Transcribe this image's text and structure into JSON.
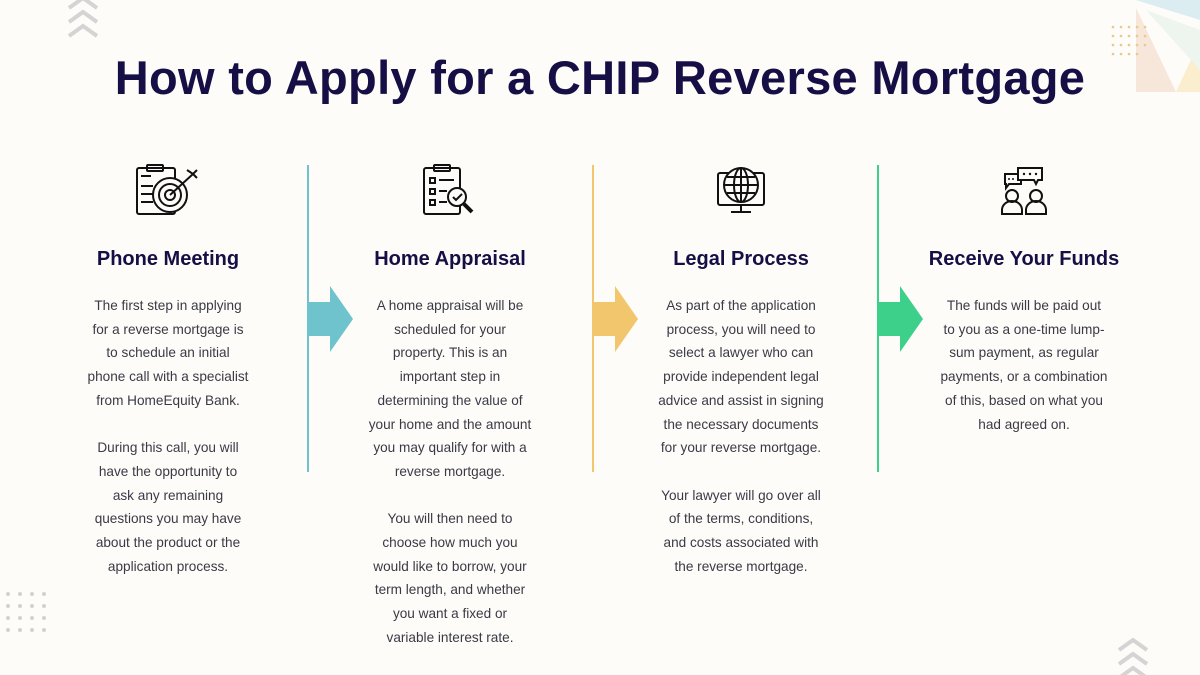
{
  "title": "How to Apply for a CHIP Reverse Mortgage",
  "colors": {
    "title": "#150f45",
    "step1": "#6ec3cc",
    "step2": "#f2c66d",
    "step3": "#3dd08a"
  },
  "steps": [
    {
      "icon": "clipboard-target-icon",
      "heading": "Phone Meeting",
      "paragraphs": [
        [
          "The first step in applying",
          "for a reverse mortgage is",
          "to schedule an initial",
          "phone call with a specialist",
          "from HomeEquity Bank."
        ],
        [
          "During this call, you will",
          "have the opportunity to",
          "ask any remaining",
          "questions you may have",
          "about the product or the",
          "application process."
        ]
      ]
    },
    {
      "icon": "checklist-magnifier-icon",
      "heading": "Home Appraisal",
      "paragraphs": [
        [
          "A home appraisal will be",
          "scheduled for your",
          "property. This is an",
          "important step in",
          "determining the value of",
          "your home and the amount",
          "you may qualify for with a",
          "reverse mortgage."
        ],
        [
          "You will then need to",
          "choose how much you",
          "would like to borrow, your",
          "term length, and whether",
          "you want a fixed or",
          "variable interest rate."
        ]
      ]
    },
    {
      "icon": "globe-monitor-icon",
      "heading": "Legal Process",
      "paragraphs": [
        [
          "As part of the application",
          "process, you will need to",
          "select a lawyer who can",
          "provide independent legal",
          "advice and assist in signing",
          "the necessary documents",
          "for your reverse mortgage."
        ],
        [
          "Your lawyer will go over all",
          "of the terms, conditions,",
          "and costs associated with",
          "the reverse mortgage."
        ]
      ]
    },
    {
      "icon": "people-chat-icon",
      "heading": "Receive Your Funds",
      "paragraphs": [
        [
          "The funds will be paid out",
          "to you as a one-time lump-",
          "sum payment, as regular",
          "payments, or a combination",
          "of this, based on what you",
          "had agreed on."
        ]
      ]
    }
  ]
}
